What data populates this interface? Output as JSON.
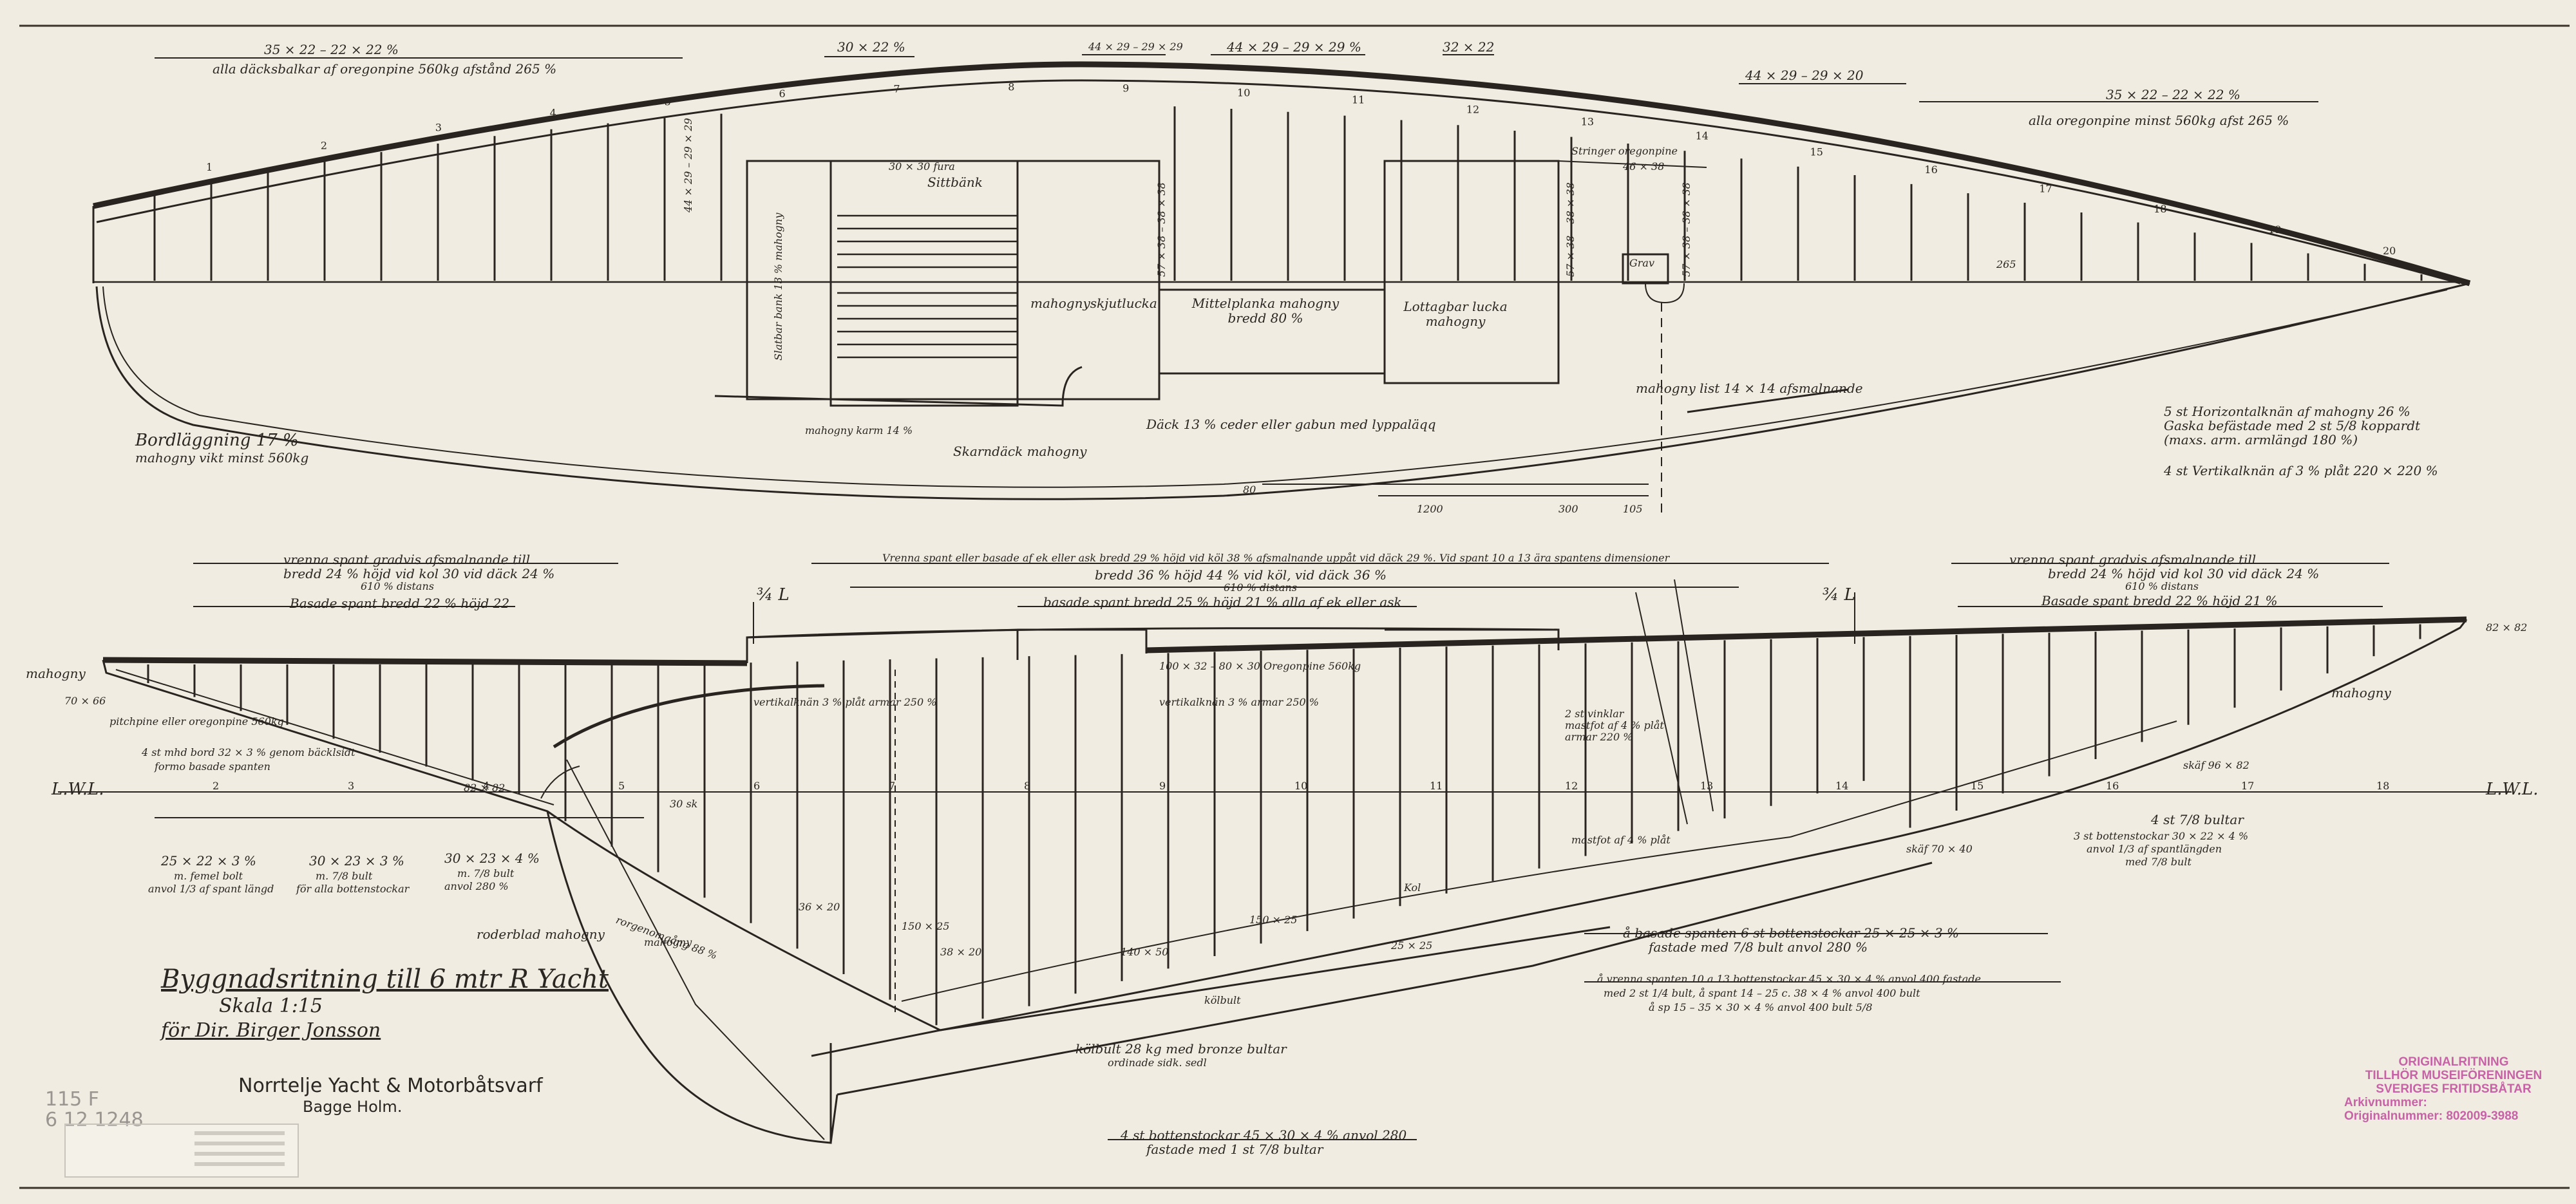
{
  "plan_view": {
    "dim_top_1": "35 × 22 – 22 × 22 %",
    "dim_top_1_note": "alla däcksbalkar af oregonpine 560kg afstånd 265 %",
    "dim_top_2": "30 × 22 %",
    "dim_top_3": "44 × 29 – 29 × 29",
    "dim_top_4": "44 × 29 – 29 × 29 %",
    "dim_top_5": "32 × 22",
    "dim_top_6": "44 × 29 – 29 × 20",
    "dim_top_7": "35 × 22 – 22 × 22 %",
    "dim_top_7_note": "alla oregonpine minst 560kg afst 265 %",
    "frame_dim_1": "44 × 29 – 29 × 29",
    "frame_dim_2": "57 × 38 – 38 × 38",
    "frame_dim_3": "57 × 38 – 38 × 38",
    "frame_dim_4": "57 × 38 – 38 × 38",
    "stringer_label": "Stringer oregonpine",
    "stringer_dim": "46 × 38",
    "sittbank": "Sittbänk",
    "sittbank_dim": "30 × 30 fura",
    "slatted_bench": "Slatbar bank 13 % mahogny",
    "mahogny_skylight": "mahognyskjutlucka",
    "mid_plank": "Mittelplanka mahogny bredd 80 %",
    "lift_hatch": "Lottagbar lucka mahogny",
    "grav_label": "Grav",
    "mahogny_coaming": "mahogny list 14 × 14 afsmalnande",
    "coaming_wood": "mahogny karm 14 %",
    "skarndack": "Skarndäck mahogny",
    "deck_note": "Däck 13 % ceder eller gabun med lyppaläqq",
    "bordlaggning_1": "Bordläggning 17 %",
    "bordlaggning_2": "mahogny vikt minst 560kg",
    "horizontal_knees_1": "5 st Horizontalknän af mahogny 26 %",
    "horizontal_knees_2": "Gaska befästade med 2 st 5/8 koppardt",
    "horizontal_knees_3": "(maxs. arm. armlängd 180 %)",
    "vertical_knees": "4 st Vertikalknän af 3 % plåt 220 × 220 %",
    "dim_265": "265",
    "dim_1200": "1200",
    "dim_300": "300",
    "dim_105": "105",
    "dim_80": "80"
  },
  "profile_view": {
    "frames_left_1": "vrenna spant gradvis afsmalnande till",
    "frames_left_2": "bredd 24 % höjd vid kol 30 vid däck 24 %",
    "frames_left_3": "610 % distans",
    "frames_left_4": "Basade spant bredd 22 % höjd 22",
    "frames_mid_1": "Vrenna spant eller basade af ek eller ask bredd 29 % höjd vid köl 38 % afsmalnande uppåt vid däck 29 %. Vid spant 10 a 13 ära spantens dimensioner",
    "frames_mid_2": "bredd 36 % höjd 44 % vid köl, vid däck 36 %",
    "frames_mid_3": "610 % distans",
    "frames_mid_4": "basade spant bredd 25 % höjd 21 % alla af ek eller ask",
    "frames_right_1": "vrenna spant gradvis afsmalnande till",
    "frames_right_2": "bredd 24 % höjd vid kol 30 vid däck 24 %",
    "frames_right_3": "610 % distans",
    "frames_right_4": "Basade spant bredd 22 % höjd 21 %",
    "frac_left": "¾ L",
    "frac_right": "¾ L",
    "lwl": "L.W.L.",
    "mahogny_left": "mahogny",
    "mahogny_right": "mahogny",
    "stem_dim": "70 × 66",
    "stern_dim": "82 × 82",
    "deck_clamp": "100 × 32 – 80 × 30 Oregonpine 560kg",
    "vertikalknan": "vertikalknän 3 % plåt armar 250 %",
    "vertikalknan_2": "vertikalknän 3 % armar 250 %",
    "pitchpine": "pitchpine eller oregonpine 560kg",
    "stiff_1": "4 st mhd bord 32 × 3 % genom bäcklsidt",
    "stiff_2": "formo basade spanten",
    "dims_a_1": "25 × 22 × 3 %",
    "dims_a_2": "m. femel bolt",
    "dims_a_3": "anvol 1/3 af spant längd",
    "dims_b_1": "30 × 23 × 3 %",
    "dims_b_2": "m. 7/8 bult",
    "dims_b_3": "för alla bottenstockar",
    "dims_c_1": "30 × 23 × 4 %",
    "dims_c_2": "m. 7/8 bult",
    "dims_c_3": "anvol 280 %",
    "roderblad": "roderblad mahogny",
    "rorgenomgang": "rorgenomgång 88 %",
    "hard_mahogny": "mahogny",
    "masts_1": "2 st vinklar",
    "masts_2": "mastfot af 4 % plåt",
    "masts_3": "armar 220 %",
    "mastfot": "mastfot af 4 % plåt",
    "floor_note_1": "å basade spanten 6 st bottenstockar 25 × 25 × 3 %",
    "floor_note_2": "fastade med 7/8 bult anvol 280 %",
    "floor_note_3": "å vrenna spanten 10 a 13 bottenstockar 45 × 30 × 4 % anvol 400 fastade",
    "floor_note_4": "med 2 st 1/4 bult, å spant 14 – 25 c. 38 × 4 % anvol 400 bult",
    "floor_note_5": "å sp 15 – 35 × 30 × 4 % anvol 400 bult 5/8",
    "bolts_right_1": "4 st 7/8 bultar",
    "bolts_right_2": "3 st bottenstockar 30 × 22 × 4 %",
    "bolts_right_3": "anvol 1/3 af spantlängden",
    "bolts_right_4": "med 7/8 bult",
    "keel_bolt": "kölbult 28 kg med bronze bultar",
    "keel_bolt_2": "ordinade sidk. sedl",
    "skaf_1": "skäf 96 × 82",
    "skaf_2": "skäf 70 × 40",
    "bottom_note_1": "4 st bottenstockar 45 × 30 × 4 % anvol 280",
    "bottom_note_2": "fastade med 1 st 7/8 bultar",
    "dim_36": "36 × 20",
    "dim_150": "150 × 25",
    "dim_38": "38 × 20",
    "dim_30sk": "30 sk",
    "dim_82": "82 × 82",
    "dim_mid_1": "140 × 50",
    "dim_mid_2": "150 × 25",
    "station_w": "25 × 25",
    "kol_label": "Kol",
    "kolbult": "kölbult"
  },
  "title_block": {
    "title": "Byggnadsritning till 6 mtr R Yacht",
    "scale": "Skala 1:15",
    "for": "för Dir. Birger Jonsson",
    "maker_1": "Norrtelje Yacht & Motorbåtsvarf",
    "maker_2": "Bagge Holm."
  },
  "stamp": {
    "line1": "ORIGINALRITNING",
    "line2": "TILLHÖR MUSEIFÖRENINGEN",
    "line3": "SVERIGES FRITIDSBÅTAR",
    "line4": "Arkivnummer:",
    "line5": "Originalnummer: 802009-3988",
    "color": "#c04a9e"
  },
  "pencil": {
    "note_1": "115 F",
    "note_2": "6 12  1248"
  },
  "station_numbers": {
    "plan": [
      "1",
      "2",
      "3",
      "4",
      "5",
      "6",
      "7",
      "8",
      "9",
      "10",
      "11",
      "12",
      "13",
      "14",
      "15",
      "16",
      "17",
      "18",
      "19",
      "20"
    ],
    "profile": [
      "2",
      "3",
      "4",
      "5",
      "6",
      "7",
      "8",
      "9",
      "10",
      "11",
      "12",
      "13",
      "14",
      "15",
      "16",
      "17",
      "18"
    ]
  },
  "colors": {
    "paper": "#f1ece1",
    "ink": "#2a2420"
  }
}
